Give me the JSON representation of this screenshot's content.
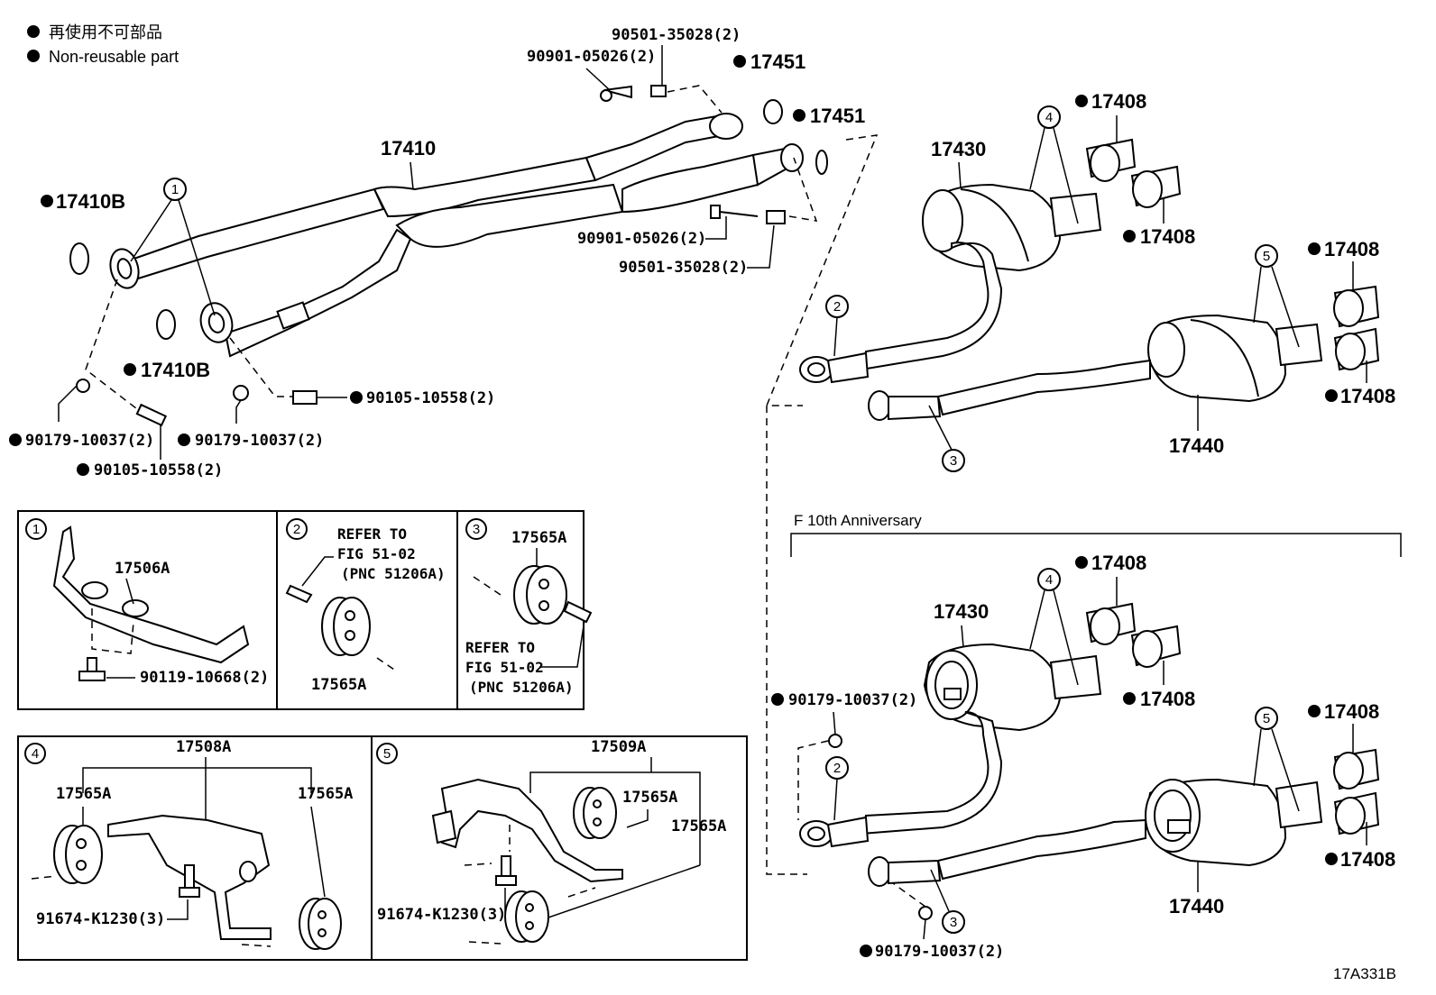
{
  "legend": {
    "jp": "再使用不可部品",
    "en": "Non-reusable part"
  },
  "parts": {
    "p17410": "17410",
    "p17410B": "17410B",
    "p17451": "17451",
    "p17430": "17430",
    "p17440": "17440",
    "p17408": "17408",
    "p90501": "90501-35028(2)",
    "p90901": "90901-05026(2)",
    "p90105": "90105-10558(2)",
    "p90179": "90179-10037(2)",
    "p17506A": "17506A",
    "p90119": "90119-10668(2)",
    "p17565A": "17565A",
    "p17508A": "17508A",
    "p17509A": "17509A",
    "p91674": "91674-K1230(3)"
  },
  "refer": {
    "line1": "REFER TO",
    "line2": "FIG 51-02",
    "line3": "(PNC 51206A)"
  },
  "variant_label": "F 10th Anniversary",
  "figure_code": "17A331B",
  "callouts": [
    "1",
    "2",
    "3",
    "4",
    "5"
  ]
}
